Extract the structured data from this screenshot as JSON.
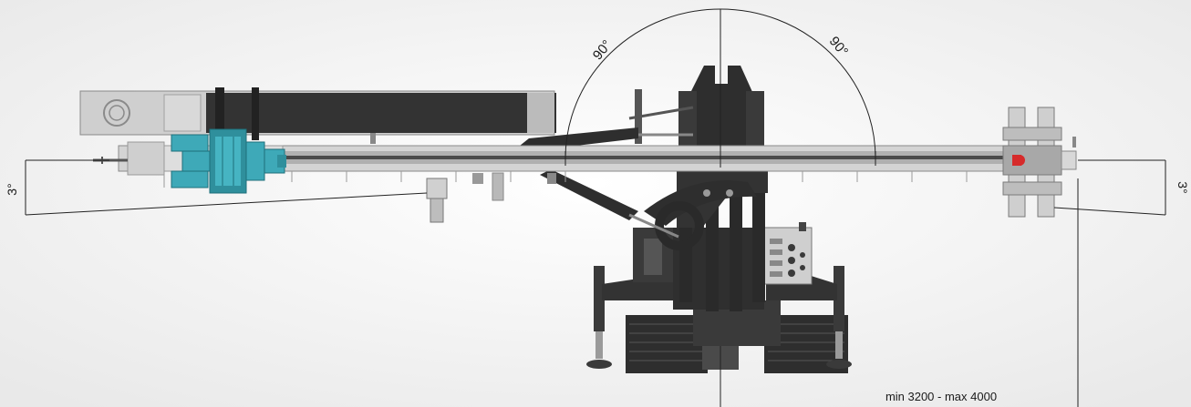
{
  "labels": {
    "angle_left": "90°",
    "angle_right": "90°",
    "tilt_left": "3°",
    "tilt_right": "3°",
    "range": "min 3200 - max 4000"
  },
  "colors": {
    "machine_dark": "#2e2e2e",
    "machine_mid": "#4a4a4a",
    "steel_light": "#c9c9c9",
    "rod_hydraulic": "#3ea9b8",
    "accent_red": "#d62a2a",
    "dimension_line": "#222222"
  }
}
